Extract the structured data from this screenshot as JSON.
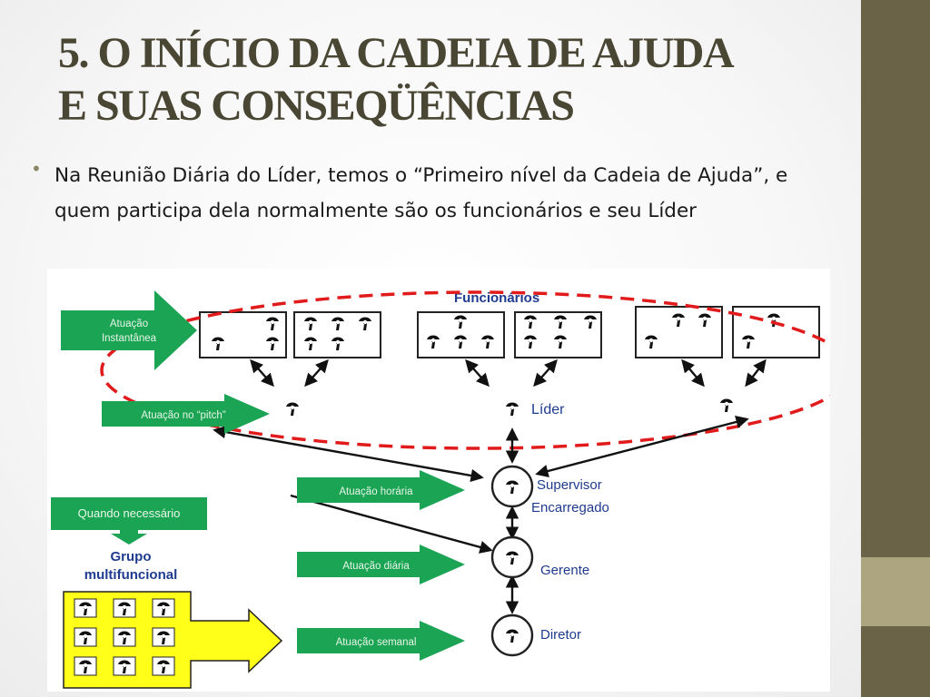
{
  "slide": {
    "title_line1": "5. O INÍCIO DA CADEIA DE AJUDA",
    "title_line2": "E SUAS CONSEQÜÊNCIAS",
    "bullet_symbol": "•",
    "bullet_text": "Na Reunião Diária do Líder, temos o “Primeiro nível da Cadeia de Ajuda”, e quem participa dela normalmente são os funcionários e seu Líder"
  },
  "diagram": {
    "funcionarios_label": "Funcionários",
    "lider_label": "Líder",
    "supervisor_label_line1": "Supervisor",
    "supervisor_label_line2": "Encarregado",
    "gerente_label": "Gerente",
    "diretor_label": "Diretor",
    "arrow_atuacao_instantanea_line1": "Atuação",
    "arrow_atuacao_instantanea_line2": "Instantânea",
    "arrow_atuacao_pitch": "Atuação no “pitch”",
    "arrow_atuacao_horaria": "Atuação horária",
    "arrow_atuacao_diaria": "Atuação diária",
    "arrow_atuacao_semanal": "Atuação semanal",
    "quando_necessario": "Quando necessário",
    "grupo_line1": "Grupo",
    "grupo_line2": "multifuncional"
  },
  "colors": {
    "title": "#4a4634",
    "side_bar": "#6b6348",
    "side_accent": "#ada480",
    "arrow_green": "#1aa454",
    "arrow_green_dark": "#0e7a3a",
    "ellipse_red": "#e11b1b",
    "label_blue": "#1f3b8f",
    "grupo_yellow": "#ffff1a"
  },
  "icons": [
    "worker-icon",
    "double-arrow-icon",
    "green-arrow-icon"
  ]
}
